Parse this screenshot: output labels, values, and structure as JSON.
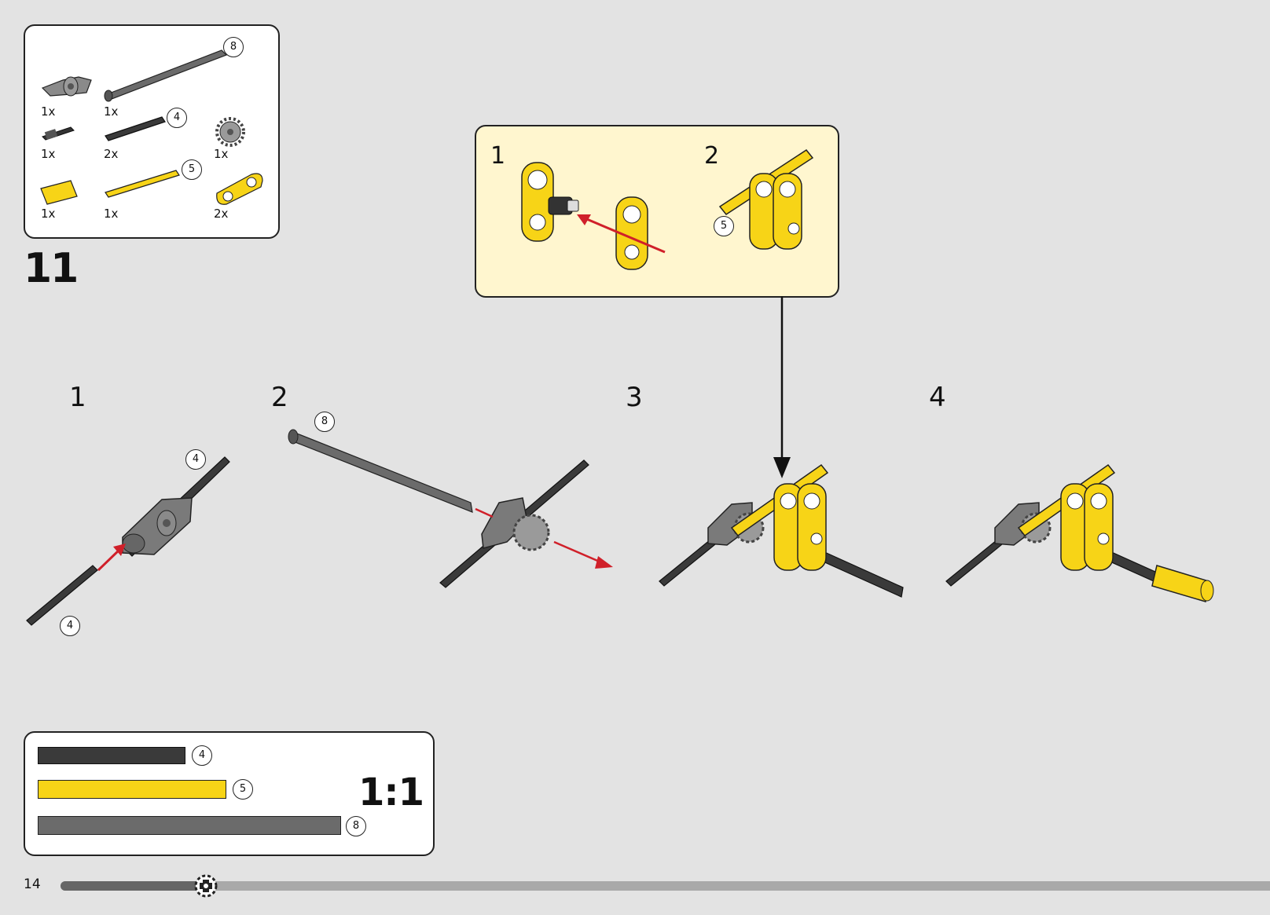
{
  "step": {
    "number": "11"
  },
  "parts_list": {
    "items": [
      {
        "name": "grey-axle-connector",
        "qty": "1x"
      },
      {
        "name": "dark-grey-axle-8",
        "qty": "1x",
        "length": "8"
      },
      {
        "name": "black-pin-with-axle",
        "qty": "1x"
      },
      {
        "name": "black-axle-4",
        "qty": "2x",
        "length": "4"
      },
      {
        "name": "grey-gear",
        "qty": "1x"
      },
      {
        "name": "yellow-bush",
        "qty": "1x"
      },
      {
        "name": "yellow-axle-5",
        "qty": "1x",
        "length": "5"
      },
      {
        "name": "yellow-beam-2",
        "qty": "2x"
      }
    ]
  },
  "sub_assembly": {
    "steps": [
      "1",
      "2"
    ],
    "axle_length": "5"
  },
  "substeps": [
    {
      "number": "1",
      "axle_lengths": [
        "4",
        "4"
      ]
    },
    {
      "number": "2",
      "axle_length": "8"
    },
    {
      "number": "3"
    },
    {
      "number": "4"
    }
  ],
  "length_key": {
    "axles": [
      {
        "length": "4",
        "color": "#3a3a3a"
      },
      {
        "length": "5",
        "color": "#f7d417"
      },
      {
        "length": "8",
        "color": "#6b6b6b"
      }
    ],
    "scale": "1:1"
  },
  "page": {
    "number": "14"
  },
  "colors": {
    "yellow": "#f7d417",
    "dark": "#3a3a3a",
    "grey": "#7a7a7a",
    "arrow": "#d0202a",
    "bg": "#e3e3e3"
  }
}
